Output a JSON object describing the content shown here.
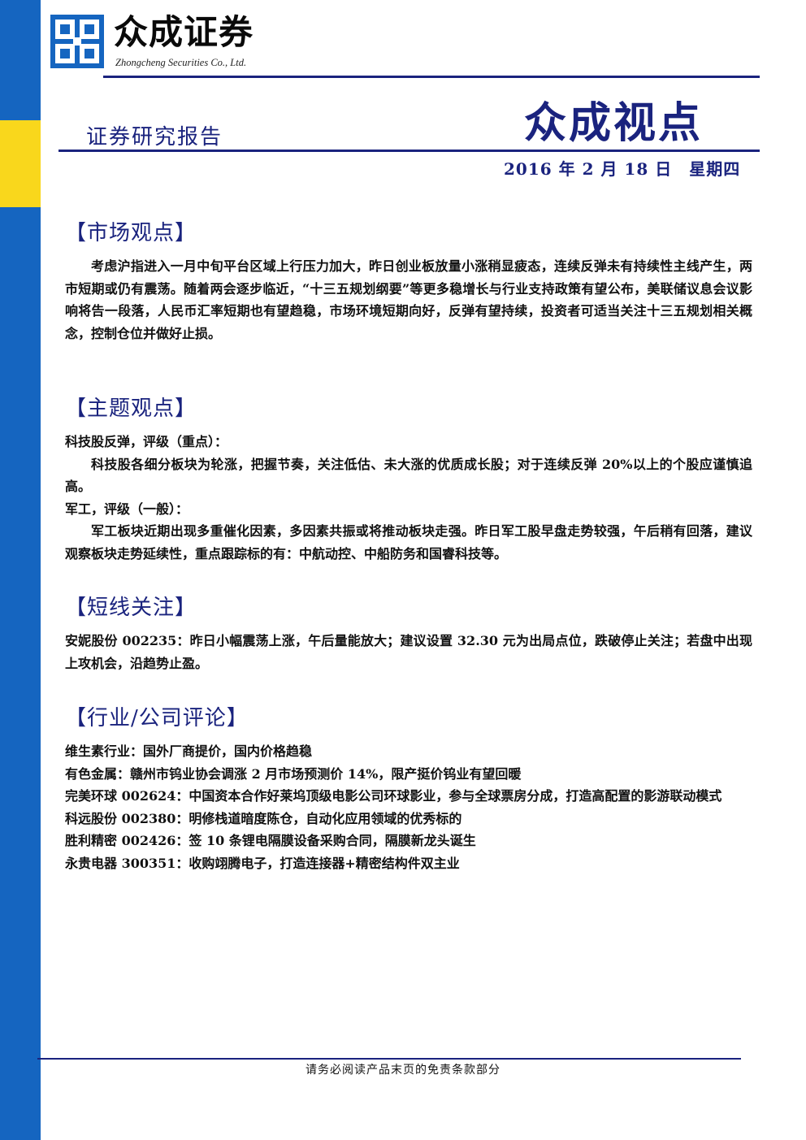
{
  "brand": {
    "name_cn": "众成证券",
    "name_en": "Zhongcheng Securities Co., Ltd.",
    "primary_color": "#1a237e",
    "accent_yellow": "#f9d71c",
    "sidebar_blue": "#1565c0"
  },
  "header": {
    "report_type": "证券研究报告",
    "title": "众成视点",
    "date": "2016 年 2 月 18 日　星期四"
  },
  "sections": {
    "market": {
      "heading": "【市场观点】",
      "text": "考虑沪指进入一月中旬平台区域上行压力加大，昨日创业板放量小涨稍显疲态，连续反弹未有持续性主线产生，两市短期或仍有震荡。随着两会逐步临近，“十三五规划纲要”等更多稳增长与行业支持政策有望公布，美联储议息会议影响将告一段落，人民币汇率短期也有望趋稳，市场环境短期向好，反弹有望持续，投资者可适当关注十三五规划相关概念，控制仓位并做好止损。"
    },
    "theme": {
      "heading": "【主题观点】",
      "item1_title": "科技股反弹，评级（重点）：",
      "item1_text": "科技股各细分板块为轮涨，把握节奏，关注低估、未大涨的优质成长股；对于连续反弹 20%以上的个股应谨慎追高。",
      "item2_title": "军工，评级（一般）：",
      "item2_text": "军工板块近期出现多重催化因素，多因素共振或将推动板块走强。昨日军工股早盘走势较强，午后稍有回落，建议观察板块走势延续性，重点跟踪标的有：中航动控、中船防务和国睿科技等。"
    },
    "short_term": {
      "heading": "【短线关注】",
      "text": "安妮股份 002235：昨日小幅震荡上涨，午后量能放大；建议设置 32.30 元为出局点位，跌破停止关注；若盘中出现上攻机会，沿趋势止盈。"
    },
    "industry": {
      "heading": "【行业/公司评论】",
      "items": [
        "维生素行业：国外厂商提价，国内价格趋稳",
        "有色金属：赣州市钨业协会调涨 2 月市场预测价 14%，限产挺价钨业有望回暖",
        "完美环球 002624：中国资本合作好莱坞顶级电影公司环球影业，参与全球票房分成，打造高配置的影游联动模式",
        "科远股份 002380：明修栈道暗度陈仓，自动化应用领域的优秀标的",
        "胜利精密 002426：签 10 条锂电隔膜设备采购合同，隔膜新龙头诞生",
        "永贵电器 300351：收购翊腾电子，打造连接器+精密结构件双主业"
      ]
    }
  },
  "footer": {
    "disclaimer": "请务必阅读产品末页的免责条款部分"
  }
}
